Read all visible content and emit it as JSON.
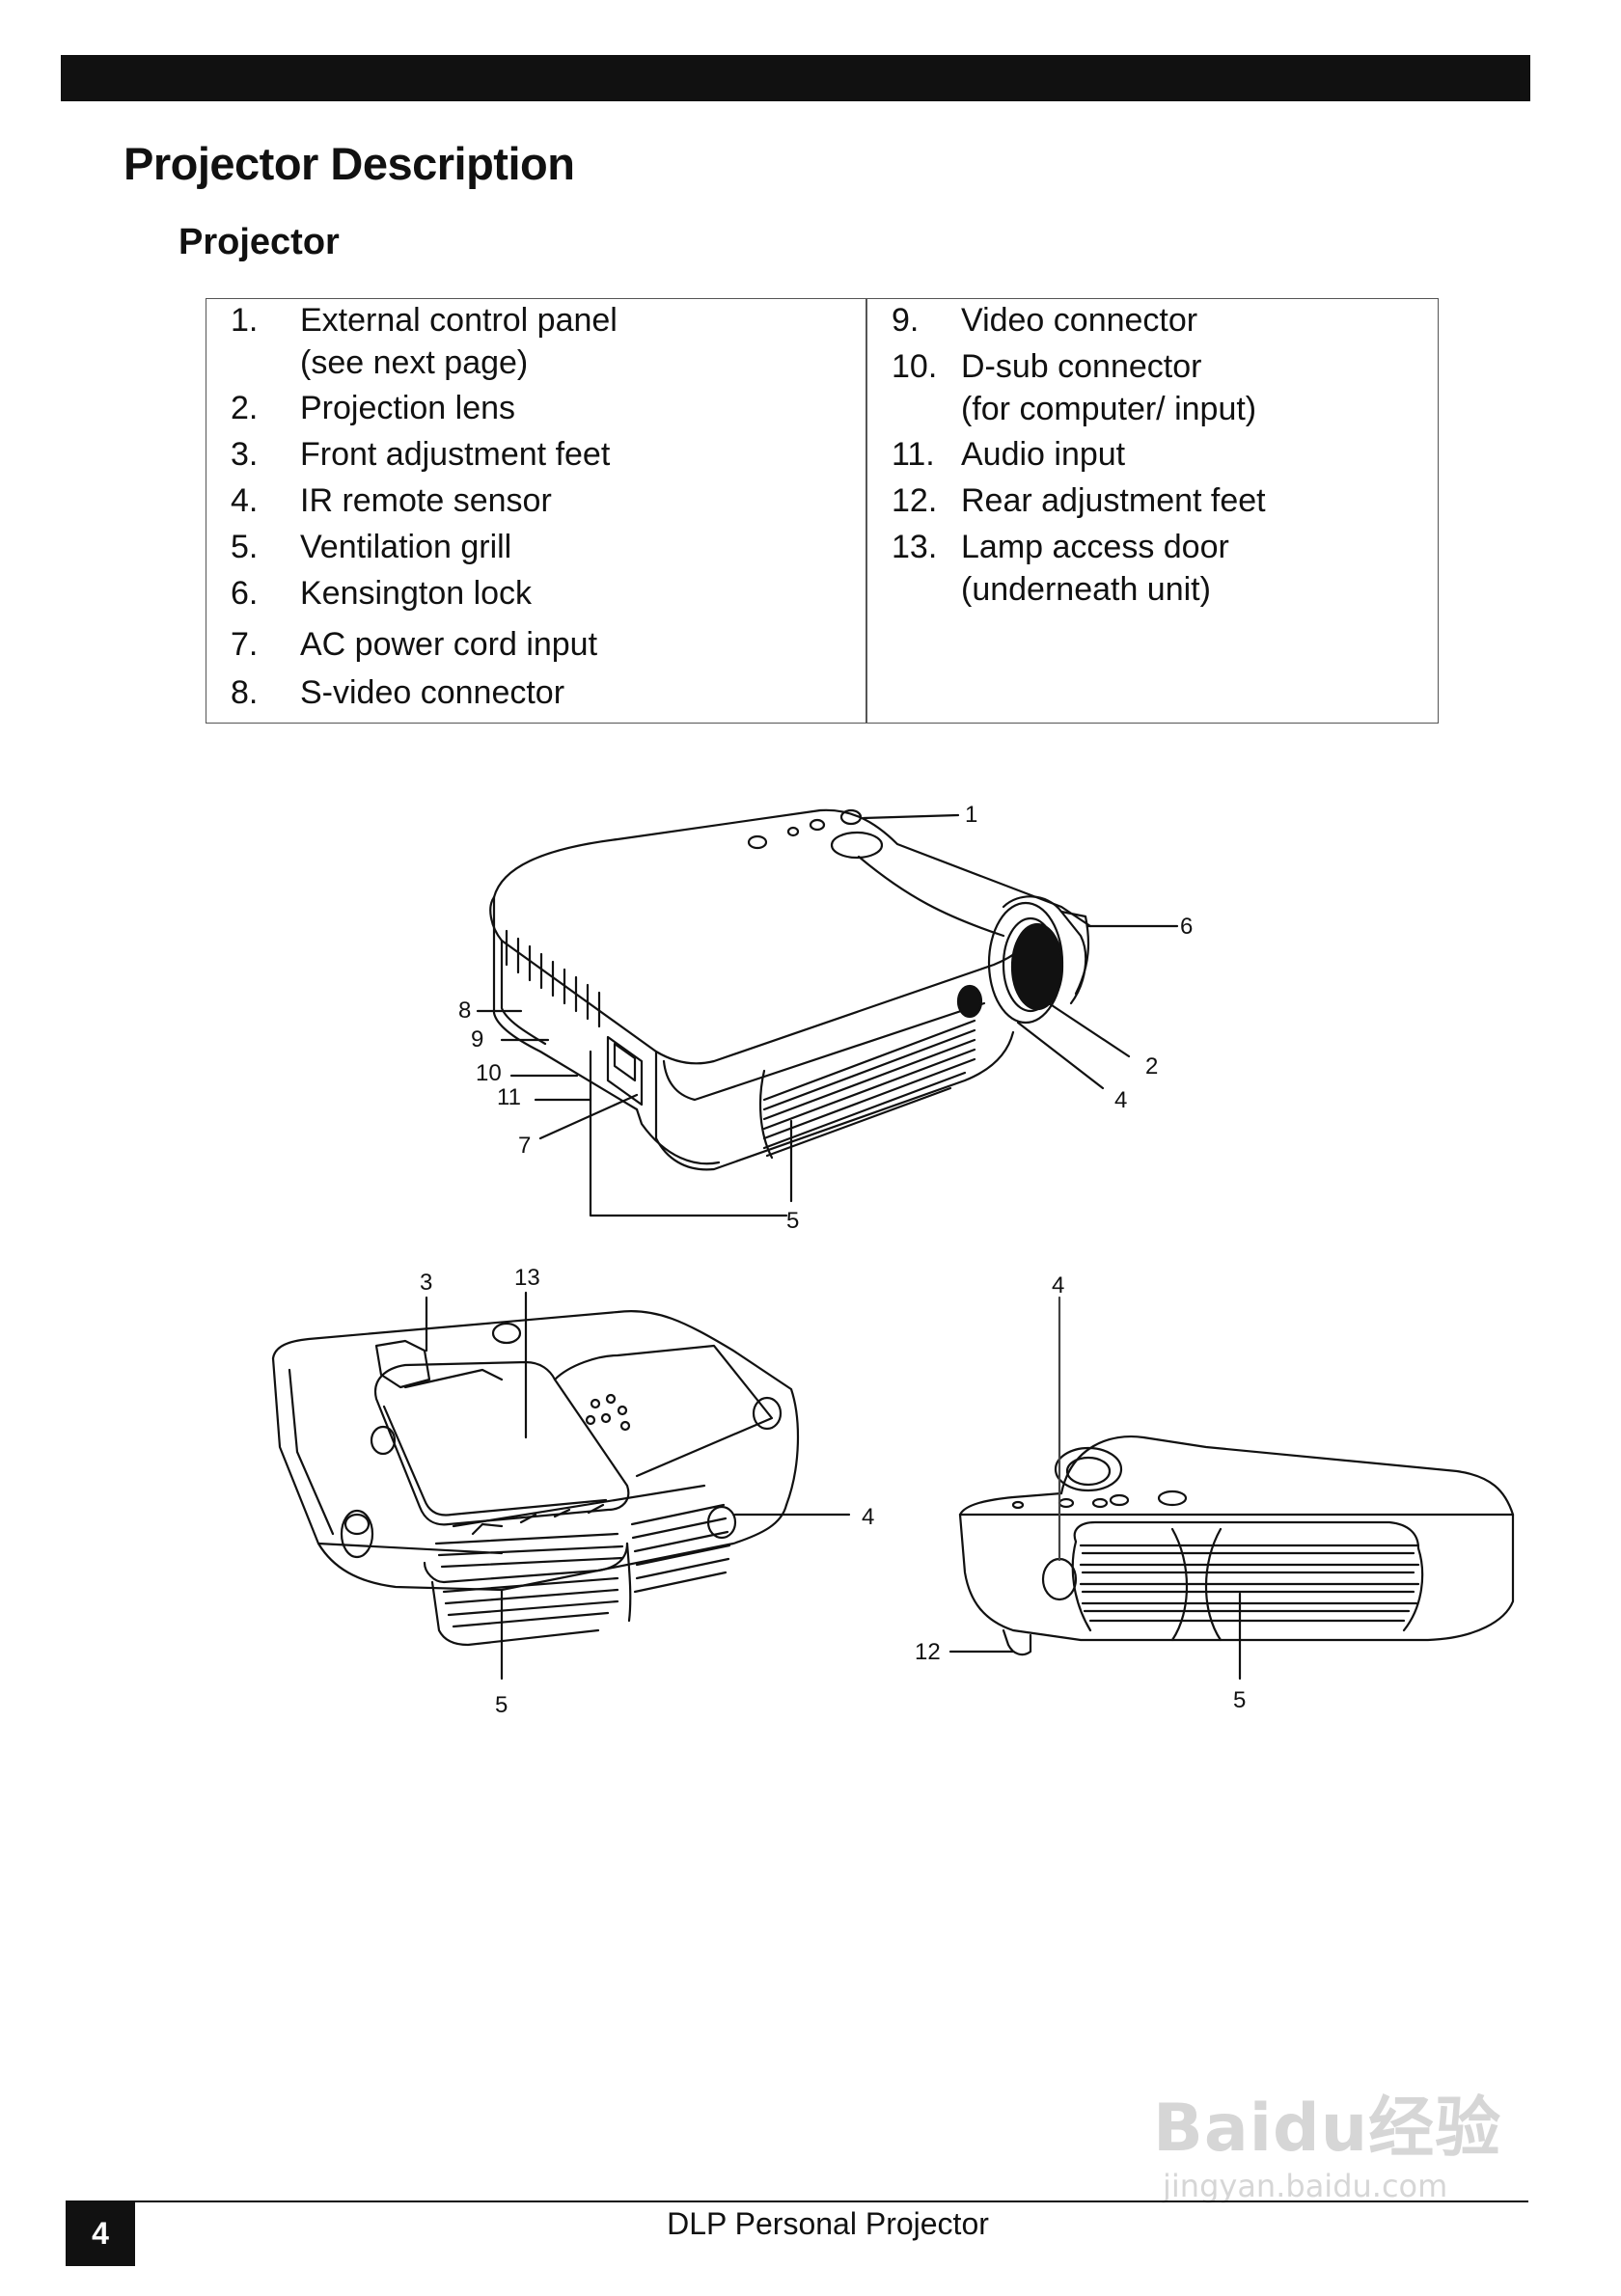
{
  "header": {
    "title": "Projector Description",
    "subtitle": "Projector"
  },
  "legend": {
    "left": [
      {
        "num": "1.",
        "text": "External control panel",
        "sub": "(see next page)"
      },
      {
        "num": "2.",
        "text": "Projection lens"
      },
      {
        "num": "3.",
        "text": "Front adjustment feet"
      },
      {
        "num": "4.",
        "text": "IR remote sensor"
      },
      {
        "num": "5.",
        "text": "Ventilation grill"
      },
      {
        "num": "6.",
        "text": "Kensington lock"
      },
      {
        "num": "7.",
        "text": "AC power cord input"
      },
      {
        "num": "8.",
        "text": "S-video connector"
      }
    ],
    "right": [
      {
        "num": "9.",
        "text": "Video connector"
      },
      {
        "num": "10.",
        "text": "D-sub connector",
        "sub": "(for computer/  input)"
      },
      {
        "num": "11.",
        "text": "Audio input"
      },
      {
        "num": "12.",
        "text": "Rear adjustment feet"
      },
      {
        "num": "13.",
        "text": "Lamp access door",
        "sub": "(underneath unit)"
      }
    ]
  },
  "figure_top": {
    "labels": {
      "c1": "1",
      "c6": "6",
      "c8": "8",
      "c9": "9",
      "c10": "10",
      "c11": "11",
      "c7": "7",
      "c2": "2",
      "c4": "4",
      "c5": "5"
    }
  },
  "figure_bottom_left": {
    "labels": {
      "c3": "3",
      "c13": "13",
      "c4": "4",
      "c5": "5"
    }
  },
  "figure_bottom_right": {
    "labels": {
      "c4": "4",
      "c12": "12",
      "c5": "5"
    }
  },
  "footer": {
    "page_number": "4",
    "title": "DLP Personal Projector"
  },
  "watermark": {
    "brand": "Baidu经验",
    "url": "jingyan.baidu.com"
  }
}
